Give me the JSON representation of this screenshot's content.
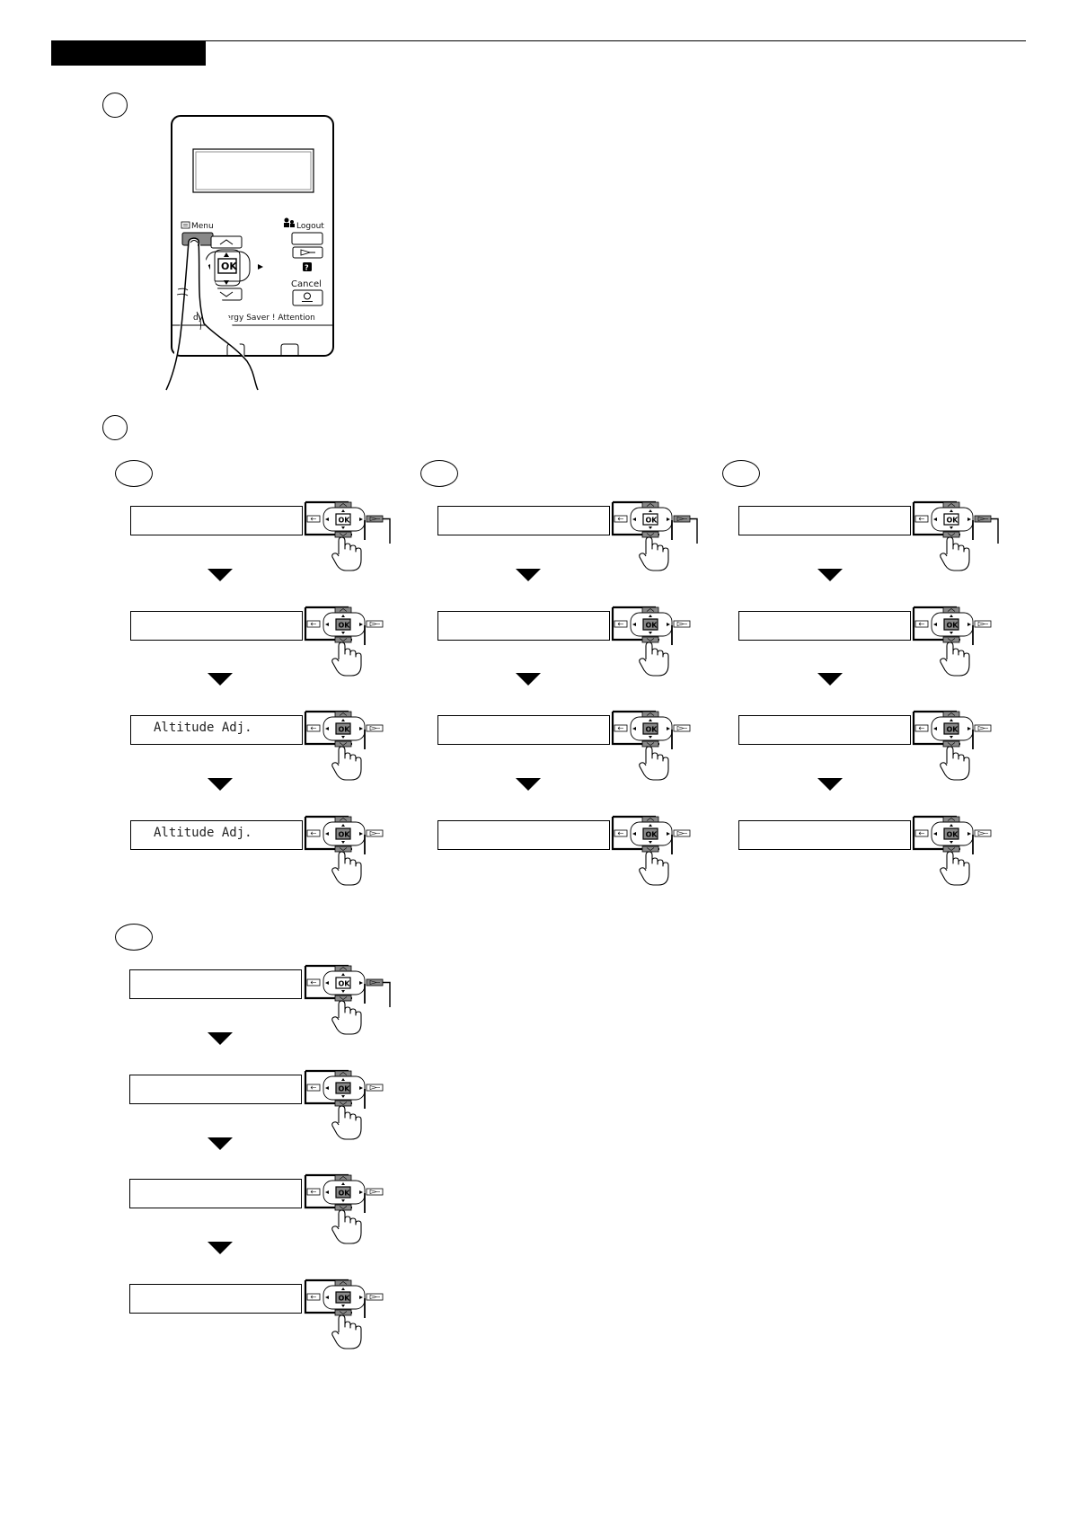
{
  "panel": {
    "menu_label": "Menu",
    "logout_label": "Logout",
    "ok_label": "OK",
    "help_label": "?",
    "cancel_label": "Cancel",
    "status_label": "dy  ☾ Energy Saver  ! Attention"
  },
  "controls": {
    "ok_label": "OK"
  },
  "lcd_rows": {
    "col_a": [
      "",
      "",
      "Altitude Adj.",
      "Altitude Adj."
    ],
    "col_b": [
      "",
      "",
      "",
      ""
    ],
    "col_c": [
      "",
      "",
      "",
      ""
    ],
    "col_d": [
      "",
      "",
      "",
      ""
    ]
  },
  "icons": [
    "menu-icon",
    "logout-user-icon",
    "up-key-icon",
    "down-key-icon",
    "left-arrow-icon",
    "right-arrow-icon",
    "forward-key-icon",
    "help-icon",
    "stop-icon",
    "pointing-hand-icon",
    "down-triangle-icon"
  ]
}
